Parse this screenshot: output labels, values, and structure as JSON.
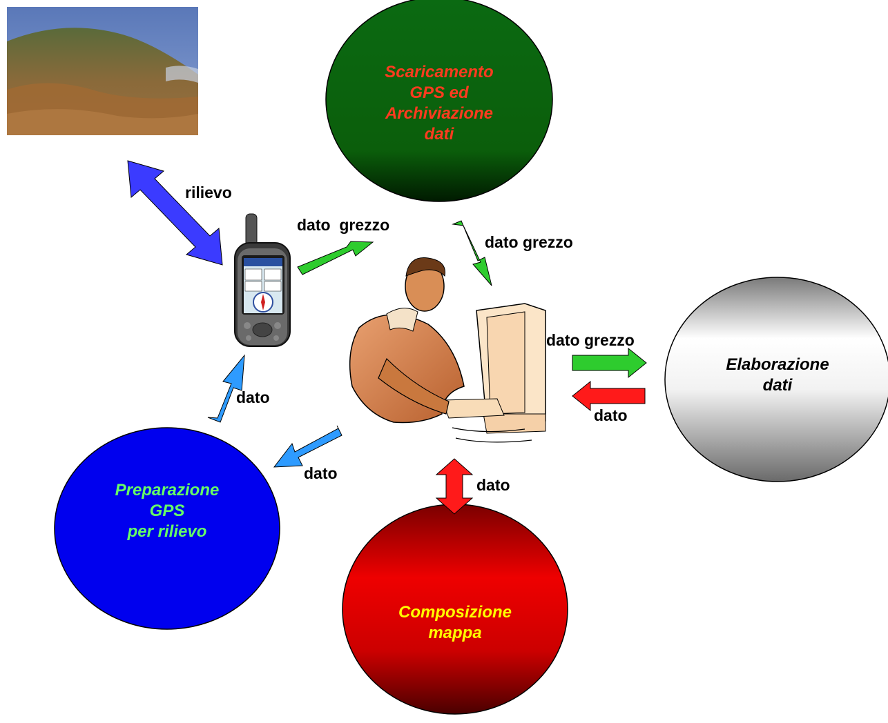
{
  "nodes": {
    "scaricamento": {
      "lines": [
        "Scaricamento",
        "GPS ed",
        "Archiviazione",
        "dati"
      ],
      "color": "#ff3b1f"
    },
    "elaborazione": {
      "lines": [
        "Elaborazione",
        "dati"
      ],
      "color": "#000000"
    },
    "composizione": {
      "lines": [
        "Composizione",
        "mappa"
      ],
      "color": "#ffff00"
    },
    "preparazione": {
      "lines": [
        "Preparazione",
        "GPS",
        "per rilievo"
      ],
      "color": "#66ff66"
    }
  },
  "labels": {
    "rilievo": "rilievo",
    "dato_grezzo_1": "dato  grezzo",
    "dato_grezzo_2": "dato grezzo",
    "dato_grezzo_3": "dato grezzo",
    "dato_1": "dato",
    "dato_2": "dato",
    "dato_3": "dato",
    "dato_4": "dato"
  },
  "icons": {
    "landscape": "landscape-photo-icon",
    "gps": "gps-handheld-icon",
    "worker": "person-at-computer-icon"
  },
  "colors": {
    "green_node": "#0b5e0b",
    "blue_node": "#0000ee",
    "red_node": "#e60000",
    "grey_node": "#f4f4f4",
    "arrow_green": "#2ecc2e",
    "arrow_blue_dark": "#3b3bff",
    "arrow_blue_light": "#2e9bff",
    "arrow_red": "#ff1a1a"
  }
}
